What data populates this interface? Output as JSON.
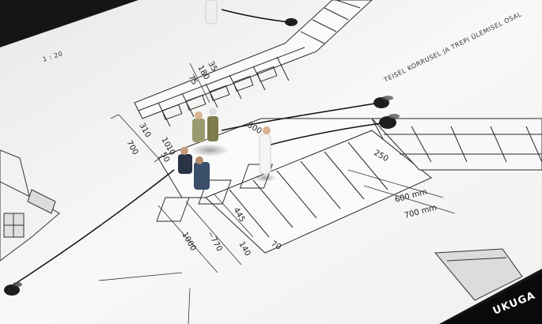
{
  "photo": {
    "plan_title": "TEISEL KORRUSEL JA TREPI ÜLEMISEL OSAL",
    "scale": "1 : 20",
    "brand": "UKUGA",
    "dimensions": {
      "d700_left": "700",
      "d310": "310",
      "d75": "75",
      "d180": "180",
      "d35": "35",
      "d500": "500",
      "d250": "250",
      "d600mm": "600 mm",
      "d700mm": "700 mm",
      "d445": "445",
      "d770": "~770",
      "d1000": "1000",
      "d140": "140",
      "d70": "70",
      "d10a": "10",
      "d10b": "10",
      "d50": "50"
    }
  },
  "colors": {
    "paper": "#f7f7f5",
    "line": "#2a2a2a",
    "background": "#111111"
  }
}
